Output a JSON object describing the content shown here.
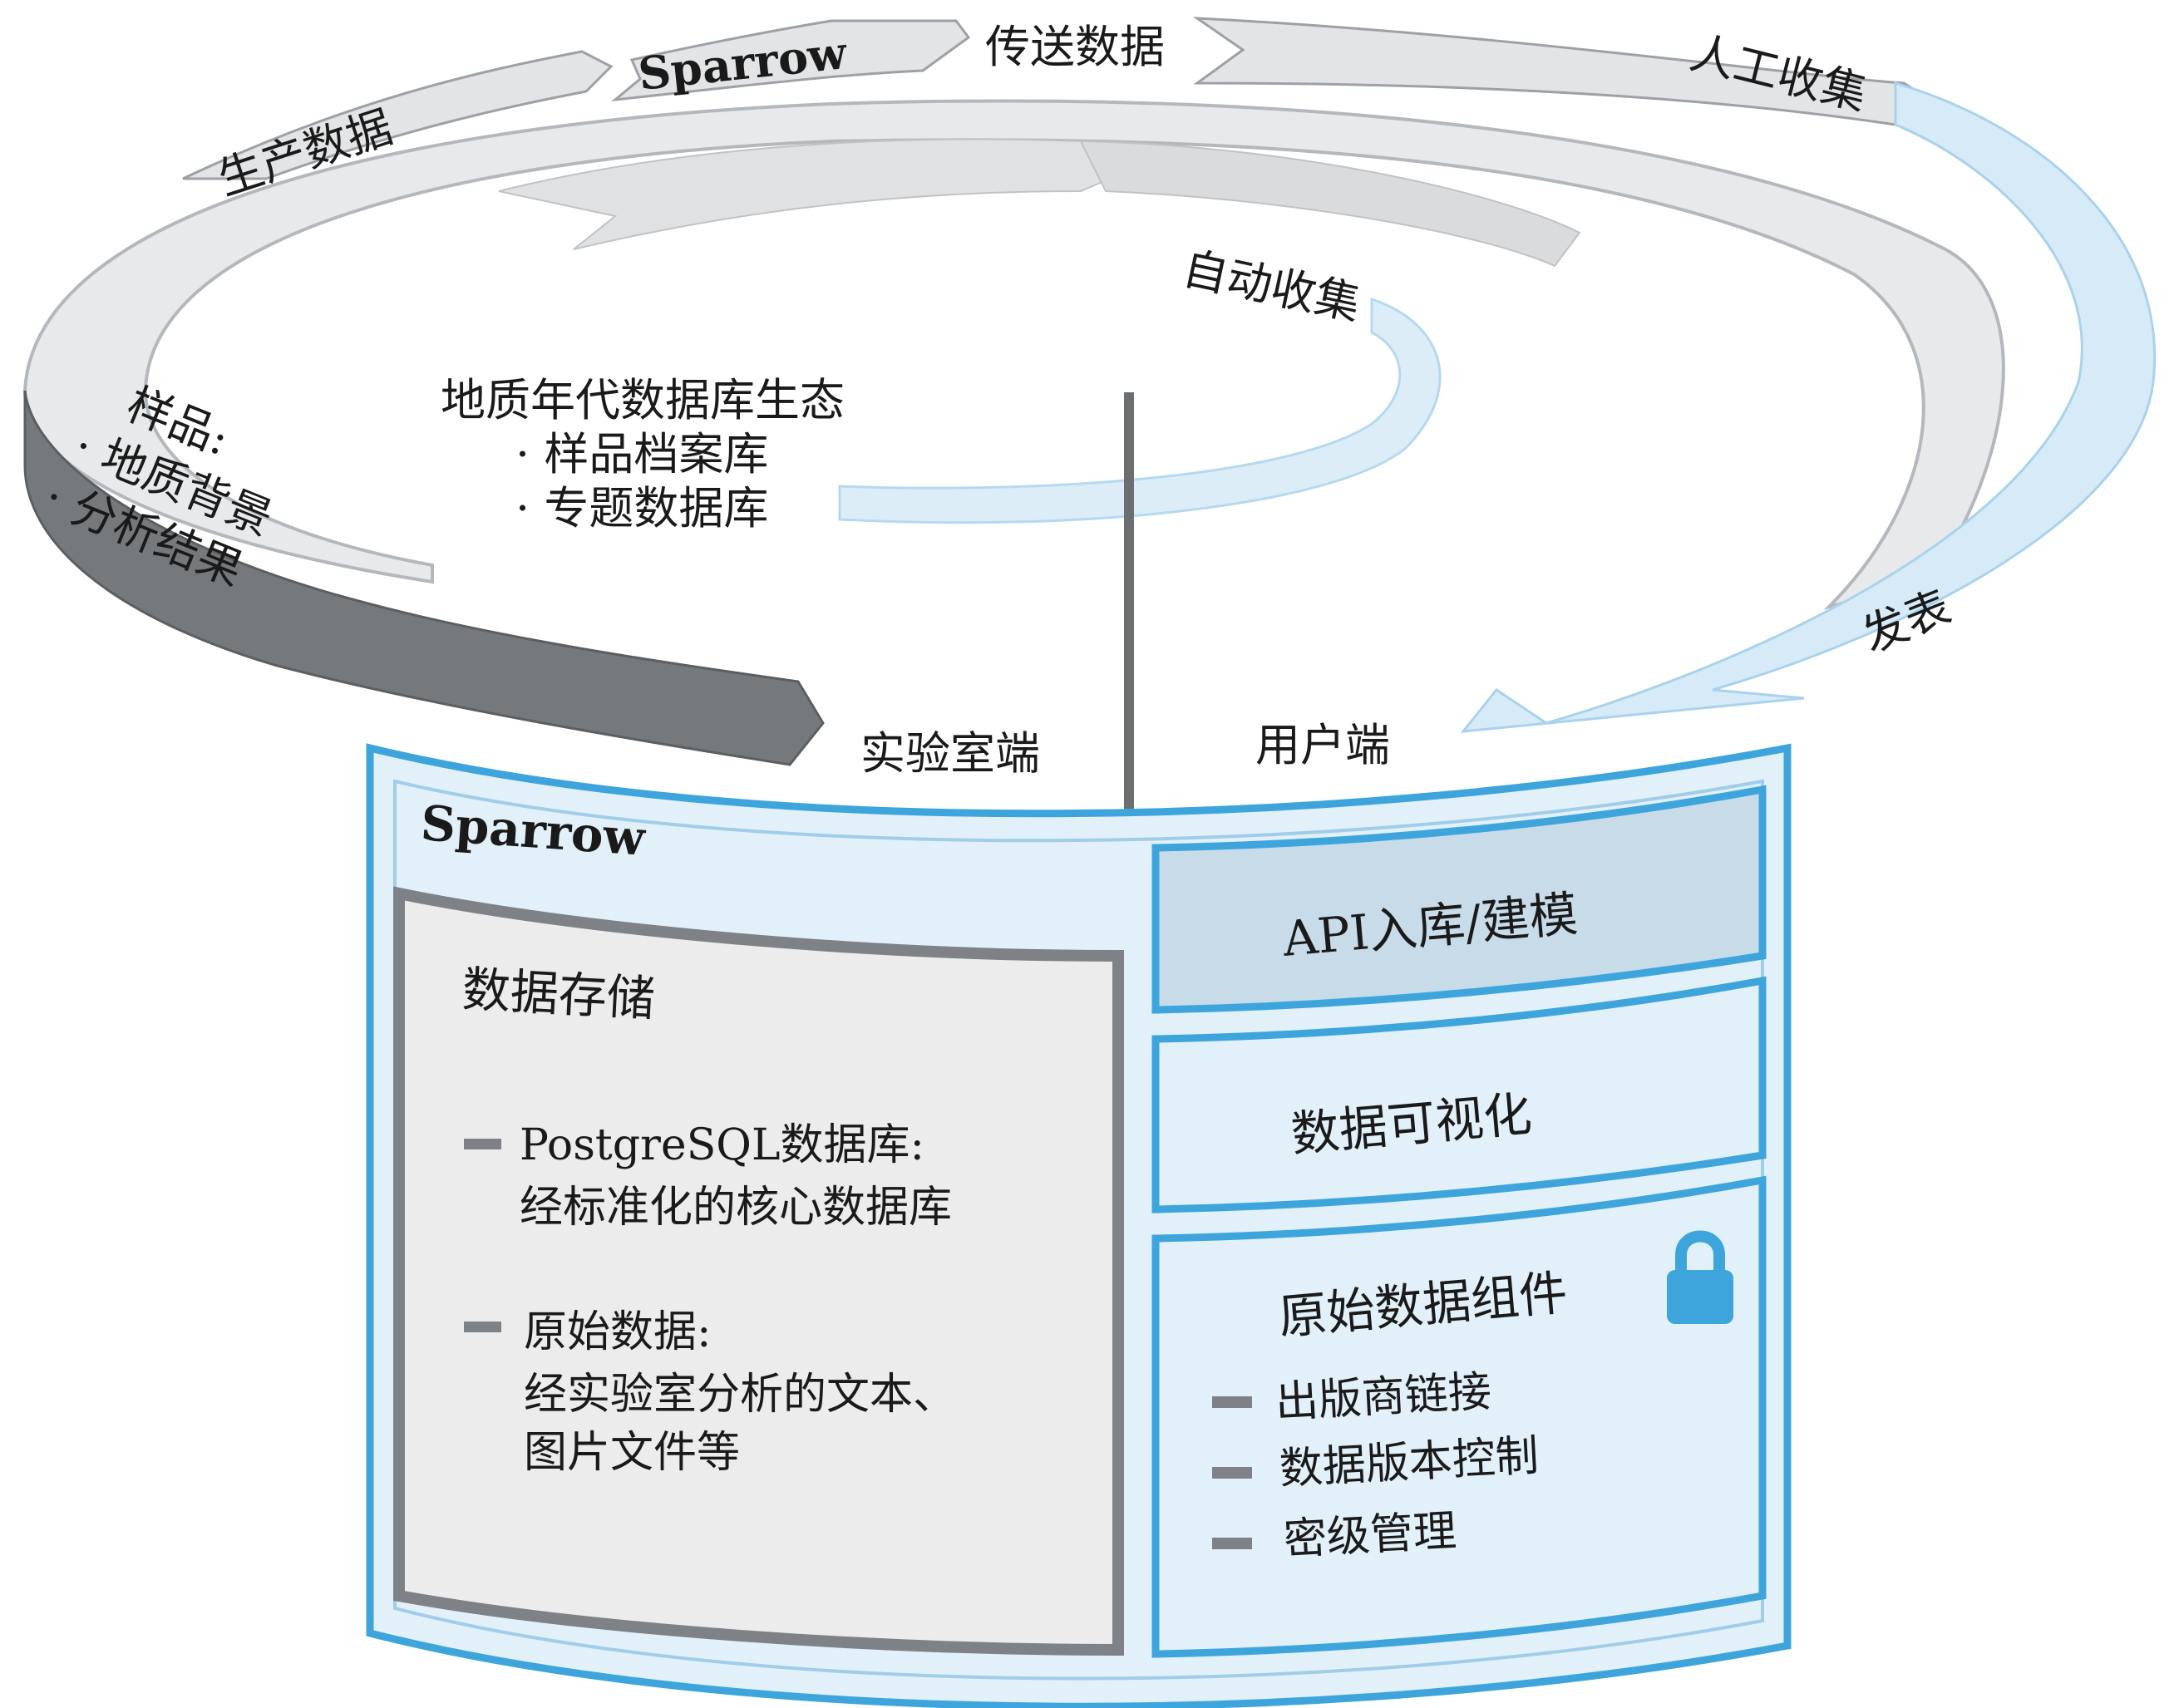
{
  "colors": {
    "ring_light": "#e6e8ea",
    "ring_mid": "#d4d7da",
    "ring_dark": "#76797c",
    "ring_edge": "#a7abb0",
    "blue_light": "#d3e8f5",
    "blue_pale": "#e2f0f9",
    "blue_border": "#3ea5dc",
    "blue_header": "#c8dbe8",
    "gray_box": "#ececec",
    "gray_border": "#7e8185",
    "lock": "#3ea5dc"
  },
  "cycle": {
    "produce_data": "生产数据",
    "sparrow": "Sparrow",
    "transfer_data": "传送数据",
    "manual_collect": "人工收集",
    "auto_collect": "自动收集",
    "publish": "发表",
    "samples": {
      "title": "样品:",
      "items": [
        "· 地质背景",
        "· 分析结果"
      ]
    }
  },
  "ecosystem": {
    "title": "地质年代数据库生态",
    "items": [
      "· 样品档案库",
      "· 专题数据库"
    ]
  },
  "ends": {
    "lab": "实验室端",
    "user": "用户端"
  },
  "sparrow_box": {
    "title": "Sparrow",
    "storage": {
      "title": "数据存储",
      "items": [
        {
          "head": "PostgreSQL数据库:",
          "detail": [
            "经标准化的核心数据库"
          ]
        },
        {
          "head": "原始数据:",
          "detail": [
            "经实验室分析的文本、",
            "图片文件等"
          ]
        }
      ]
    },
    "api": "API入库/建模",
    "viz": "数据可视化",
    "raw": {
      "title": "原始数据组件",
      "items": [
        "出版商链接",
        "数据版本控制",
        "密级管理"
      ]
    }
  }
}
